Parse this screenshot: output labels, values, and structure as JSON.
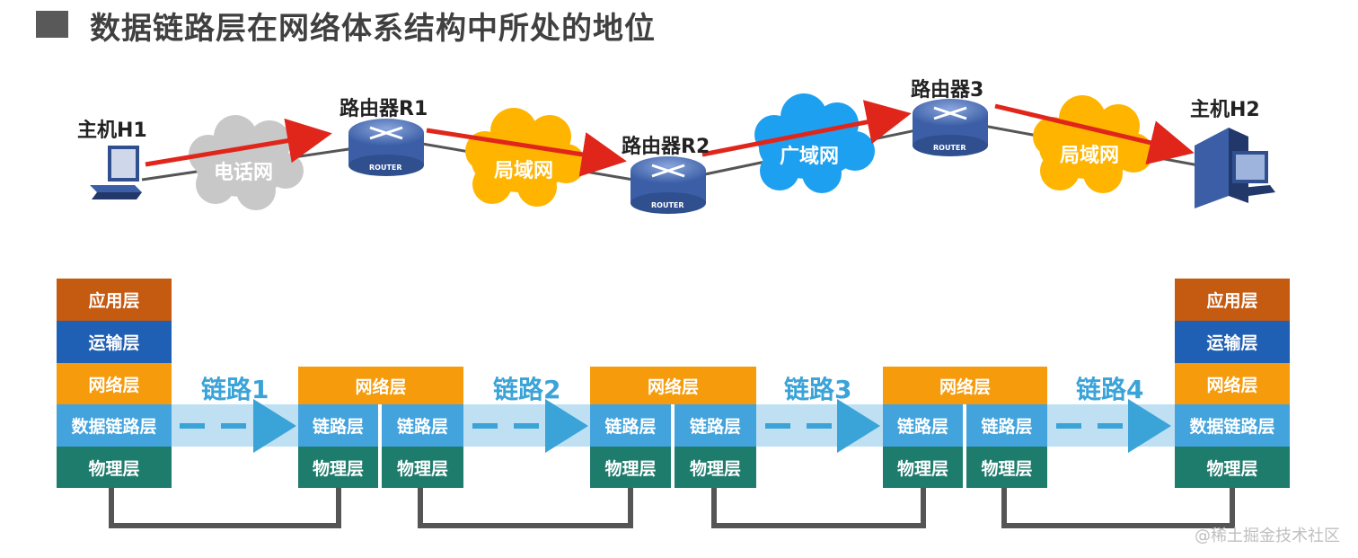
{
  "title": "数据链路层在网络体系结构中所处的地位",
  "topology": {
    "host_h1": "主机H1",
    "host_h2": "主机H2",
    "router_r1": "路由器R1",
    "router_r2": "路由器R2",
    "router_r3": "路由器3",
    "router_badge": "ROUTER",
    "cloud_phone": "电话网",
    "cloud_lan1": "局域网",
    "cloud_wan": "广域网",
    "cloud_lan2": "局域网",
    "colors": {
      "arrow": "#e0261b",
      "cloud_phone": "#c8c8c8",
      "cloud_lan": "#ffb400",
      "cloud_wan": "#1ea0f0",
      "router": "#4a6fb8"
    }
  },
  "stacks": {
    "host_h1": [
      "应用层",
      "运输层",
      "网络层",
      "数据链路层",
      "物理层"
    ],
    "host_h2": [
      "应用层",
      "运输层",
      "网络层",
      "数据链路层",
      "物理层"
    ],
    "router_network": "网络层",
    "router_datalink": "链路层",
    "router_physical": "物理层"
  },
  "links": [
    "链路1",
    "链路2",
    "链路3",
    "链路4"
  ],
  "colors": {
    "application": "#c55a11",
    "transport": "#1f5fb4",
    "network": "#f59b0c",
    "datalink": "#43a3dc",
    "physical": "#1e7c6d",
    "link_label": "#3aa3d8"
  },
  "watermark": "@稀土掘金技术社区"
}
